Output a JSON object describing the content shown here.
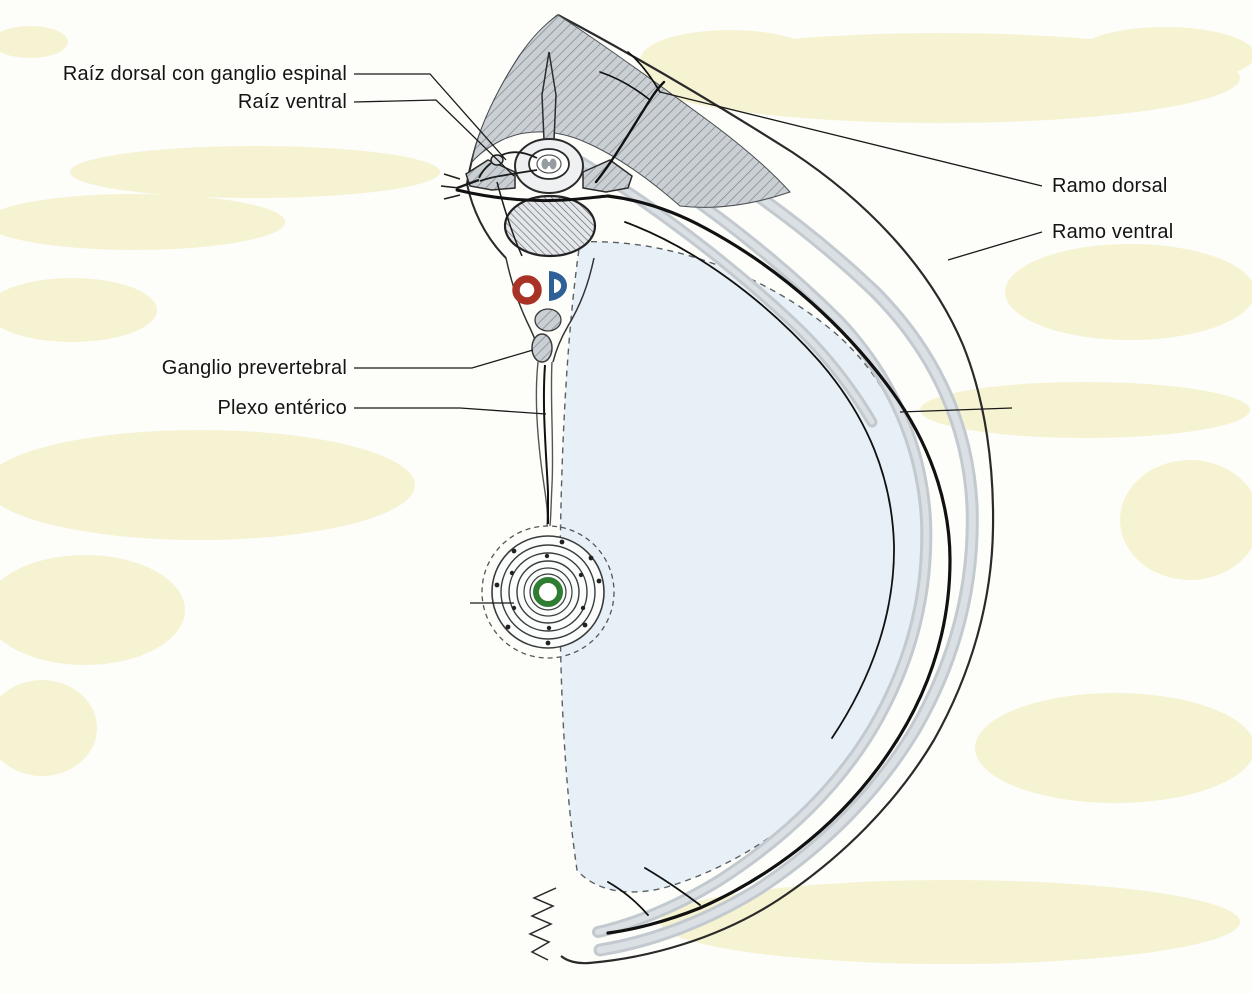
{
  "figure": {
    "labels": {
      "raiz_dorsal": "Raíz dorsal con ganglio espinal",
      "raiz_ventral": "Raíz ventral",
      "ramo_dorsal": "Ramo dorsal",
      "ramo_ventral": "Ramo ventral",
      "ganglio_prevertebral": "Ganglio prevertebral",
      "plexo_enterico": "Plexo entérico"
    },
    "colors": {
      "background": "#fdfdfa",
      "highlight": "#f6f3d2",
      "ink": "#1f1f1f",
      "muscle_gray": "#c6ccd1",
      "cavity_wash": "#e7f0f6",
      "artery_red": "#a93226",
      "vein_blue": "#2e5f96",
      "gut_green": "#2e7d32"
    }
  }
}
